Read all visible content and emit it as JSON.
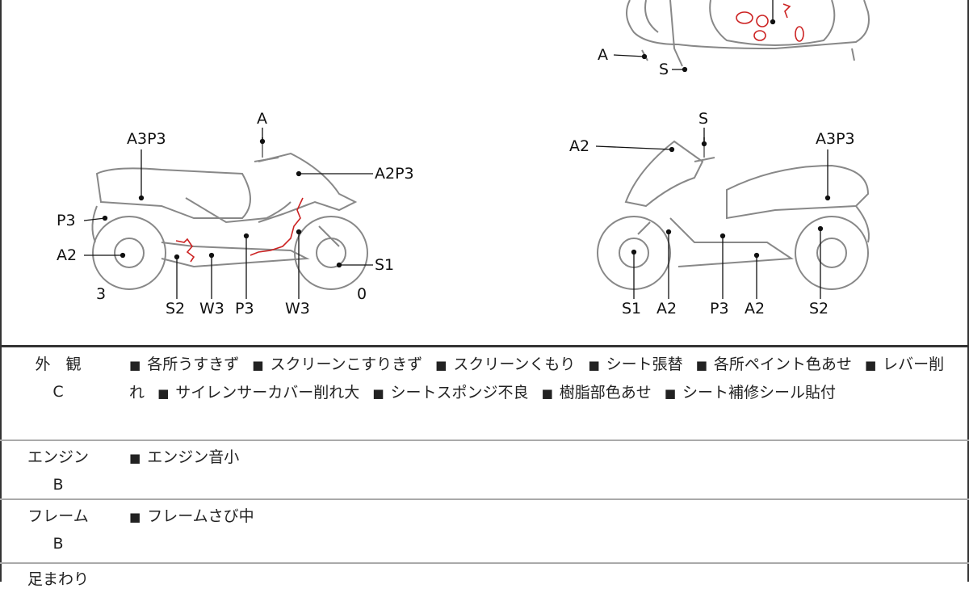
{
  "diagram": {
    "top_view_labels": [
      "A",
      "S"
    ],
    "left_view_labels": {
      "a": "A",
      "a3p3": "A3P3",
      "a2p3": "A2P3",
      "p3_rear": "P3",
      "a2": "A2",
      "s1": "S1",
      "num3": "3",
      "num0": "0",
      "s2": "S2",
      "w3a": "W3",
      "p3": "P3",
      "w3b": "W3"
    },
    "right_view_labels": {
      "s": "S",
      "a2_top": "A2",
      "a3p3": "A3P3",
      "s1": "S1",
      "a2a": "A2",
      "p3": "P3",
      "a2b": "A2",
      "s2": "S2"
    }
  },
  "sections": [
    {
      "name": "外　観",
      "grade": "C",
      "items": [
        "各所うすきず",
        "スクリーンこすりきず",
        "スクリーンくもり",
        "シート張替",
        "各所ペイント色あせ",
        "レバー削れ",
        "サイレンサーカバー削れ大",
        "シートスポンジ不良",
        "樹脂部色あせ",
        "シート補修シール貼付"
      ]
    },
    {
      "name": "エンジン",
      "grade": "B",
      "items": [
        "エンジン音小"
      ]
    },
    {
      "name": "フレーム",
      "grade": "B",
      "items": [
        "フレームさび中"
      ]
    },
    {
      "name": "足まわり",
      "grade": "",
      "items": []
    }
  ],
  "colors": {
    "line": "#888888",
    "damage": "#cc2222",
    "text": "#111111"
  }
}
